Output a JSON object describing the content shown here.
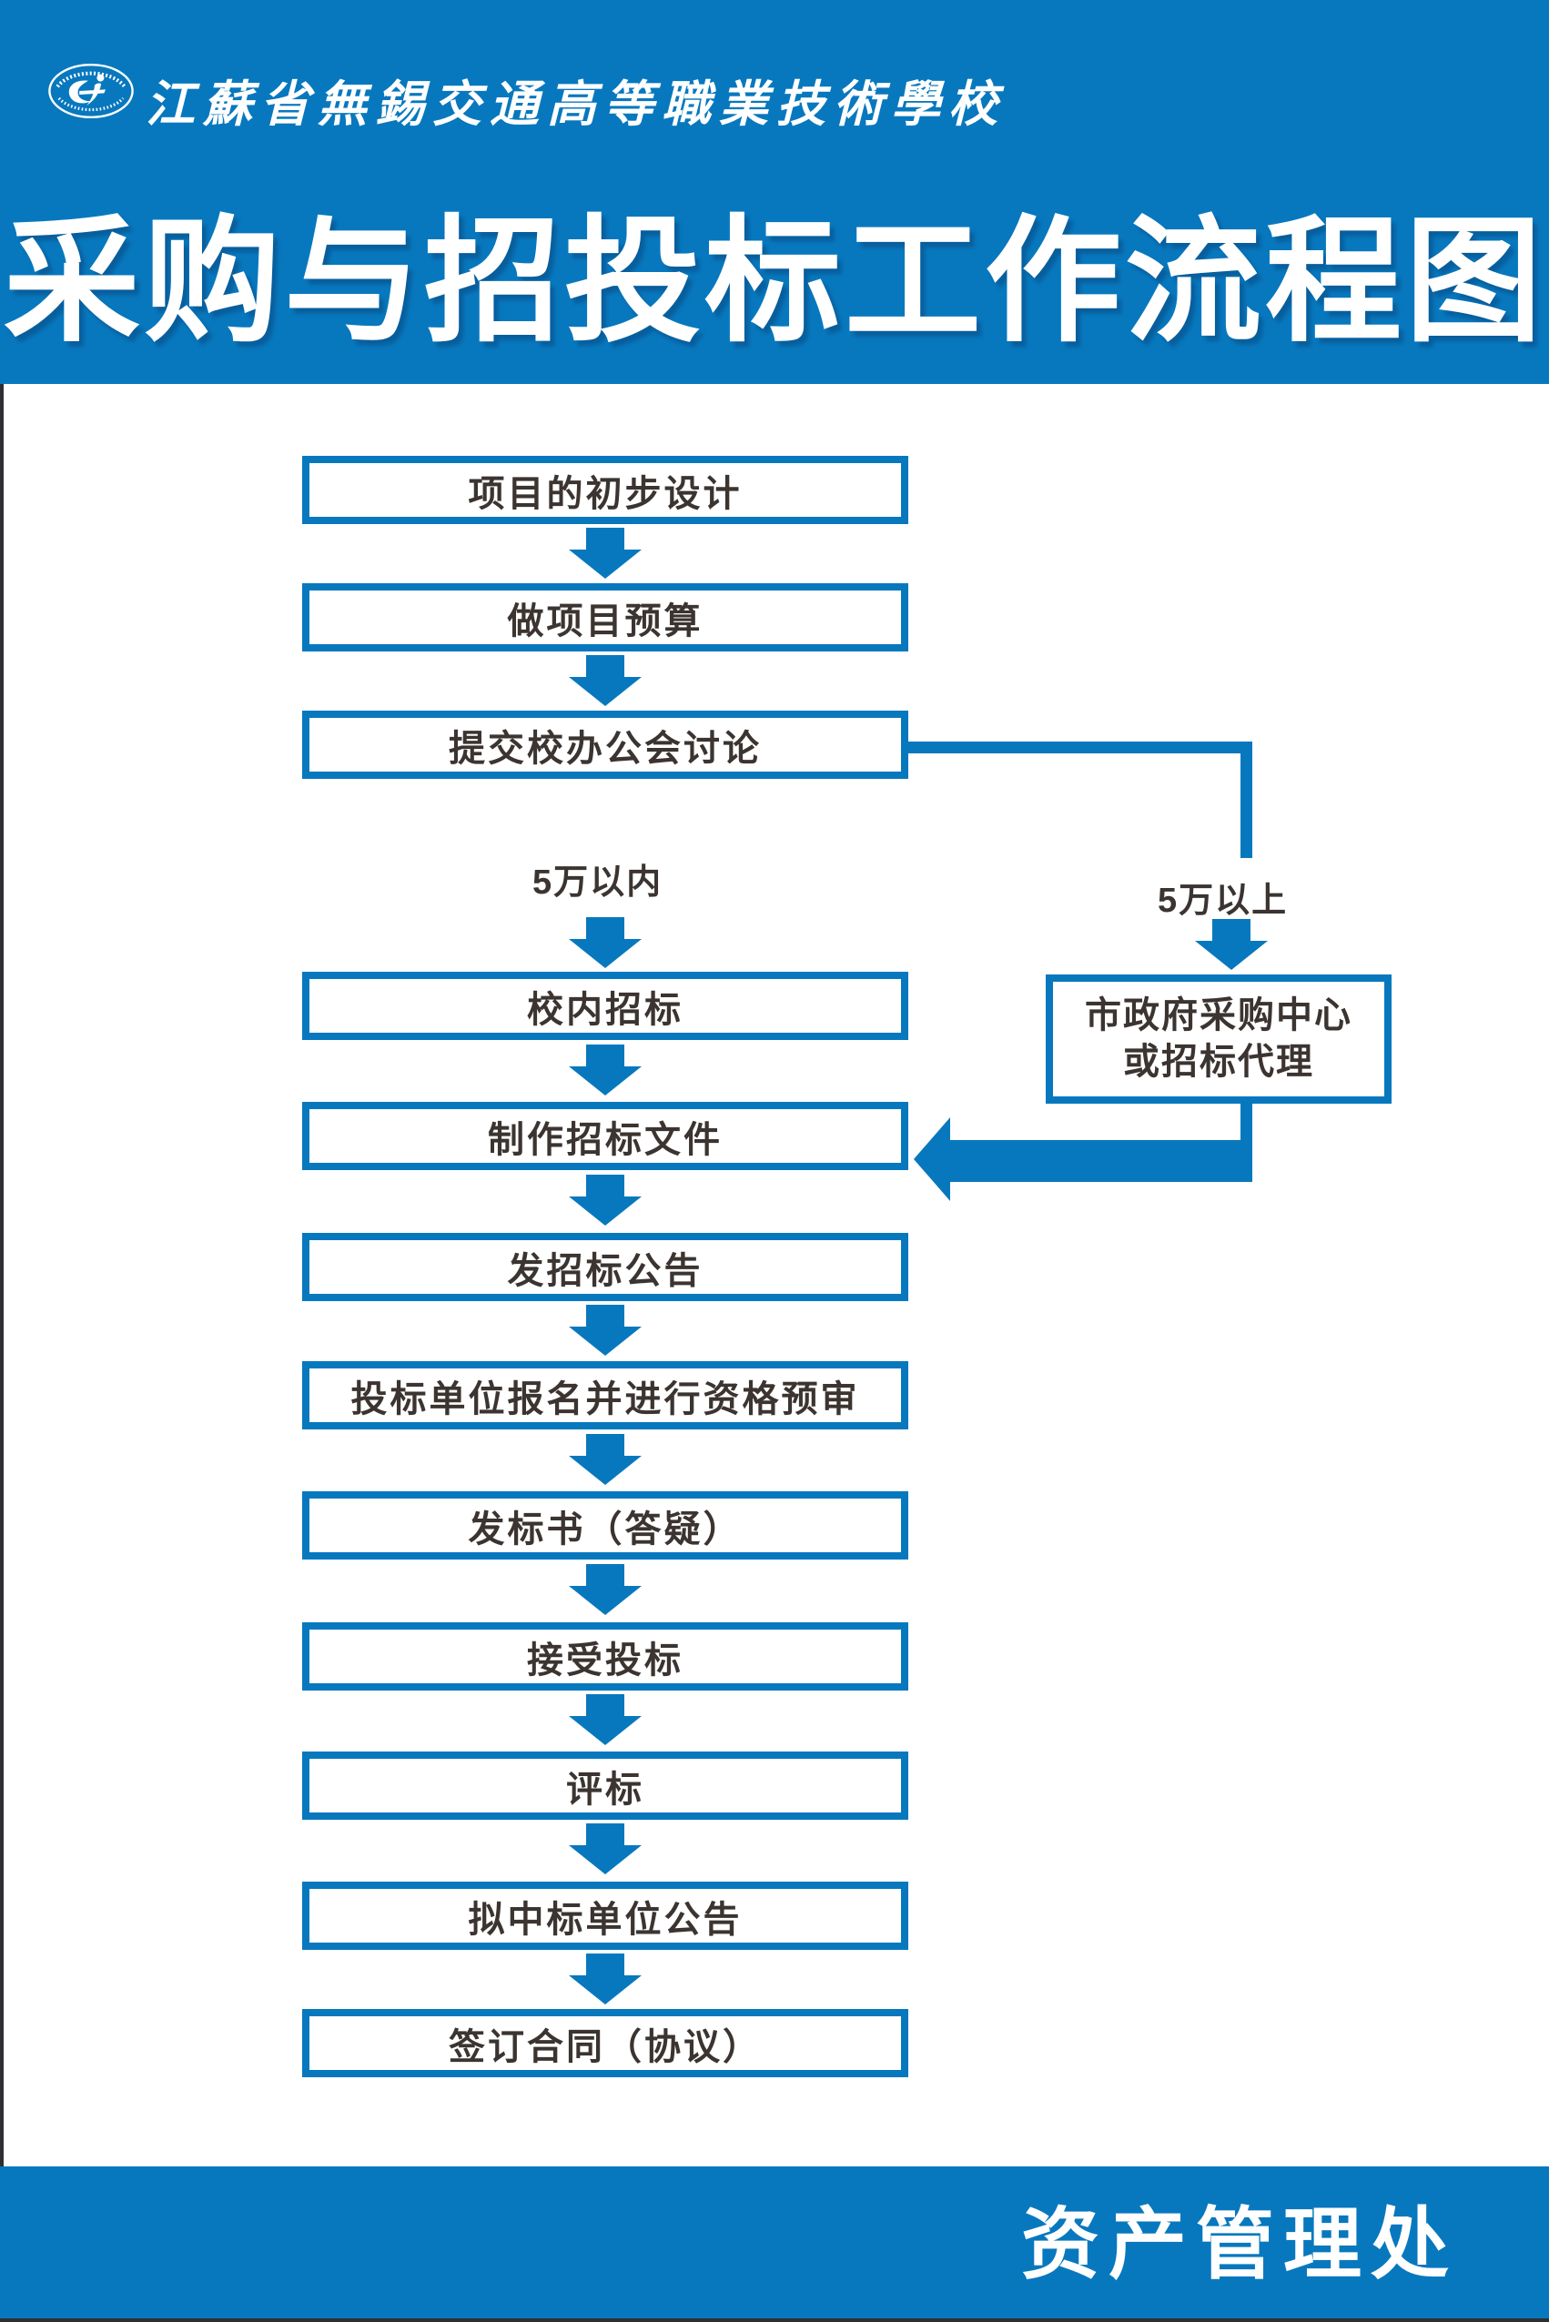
{
  "header": {
    "school_name": "江蘇省無錫交通高等職業技術學校",
    "title": "采购与招投标工作流程图"
  },
  "flow": {
    "main_boxes": [
      {
        "label": "项目的初步设计"
      },
      {
        "label": "做项目预算"
      },
      {
        "label": "提交校办公会讨论"
      },
      {
        "label": "校内招标"
      },
      {
        "label": "制作招标文件"
      },
      {
        "label": "发招标公告"
      },
      {
        "label": "投标单位报名并进行资格预审"
      },
      {
        "label": "发标书（答疑）"
      },
      {
        "label": "接受投标"
      },
      {
        "label": "评标"
      },
      {
        "label": "拟中标单位公告"
      },
      {
        "label": "签订合同（协议）"
      }
    ],
    "branch": {
      "left_label": "5万以内",
      "right_label": "5万以上",
      "right_box_line1": "市政府采购中心",
      "right_box_line2": "或招标代理"
    }
  },
  "footer": {
    "department": "资产管理处"
  },
  "colors": {
    "primary_blue": "#0878BE",
    "box_text": "#3B3430",
    "background_white": "#FFFFFF"
  },
  "icons": {
    "logo": "school-emblem-ellipse",
    "arrows": "solid-block-arrows"
  }
}
